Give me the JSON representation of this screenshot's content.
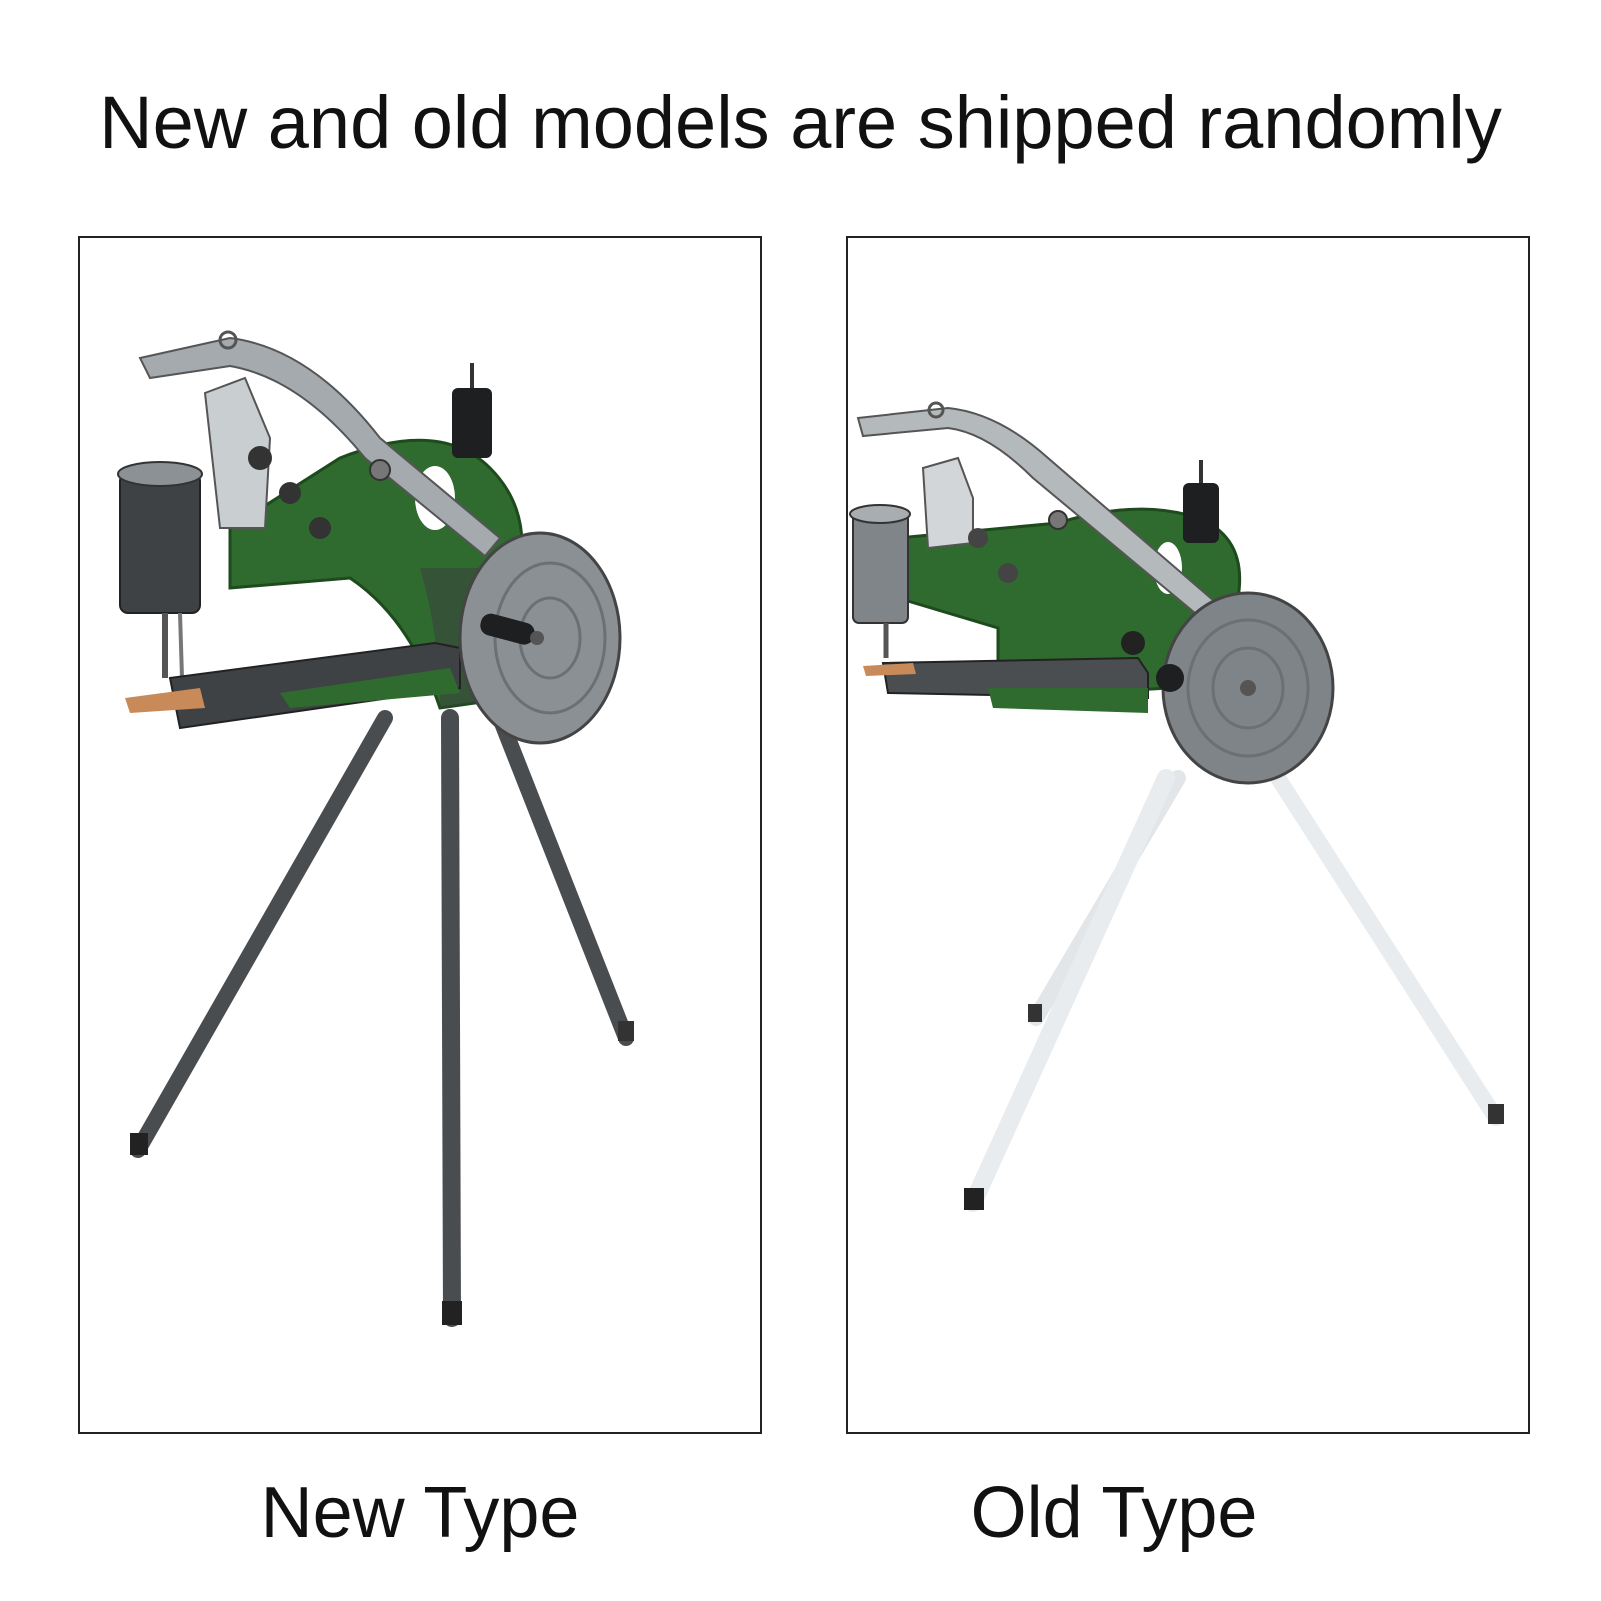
{
  "headline": "New and old models are shipped randomly",
  "panels": [
    {
      "caption": "New Type"
    },
    {
      "caption": "Old Type"
    }
  ],
  "colors": {
    "machine_green": "#2f6b2e",
    "steel": "#9aa0a4",
    "dark_steel": "#3e4245",
    "new_legs": "#4a4d50",
    "old_legs": "#e9ecee",
    "leather": "#c98a5a"
  }
}
